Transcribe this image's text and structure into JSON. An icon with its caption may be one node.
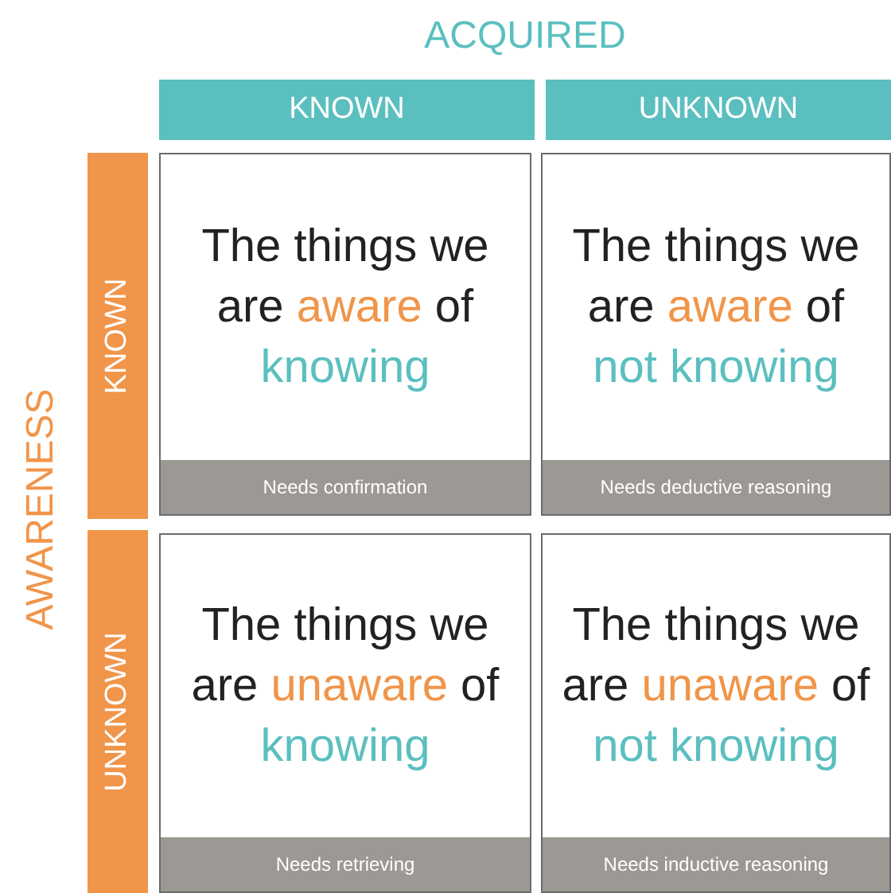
{
  "diagram": {
    "nodes": [
      {
        "text": [
          "KNOWN"
        ]
      },
      {
        "text": [
          "UNKNOWN"
        ]
      },
      {
        "text": [
          "KNOWN"
        ]
      },
      {
        "text": [
          "The things we are",
          "aware",
          "of",
          "knowing",
          "Needs confirmation"
        ]
      },
      {
        "text": [
          "The things we are",
          "aware",
          "of",
          "not knowing",
          "Needs deductive reasoning"
        ]
      },
      {
        "text": [
          "UNKNOWN"
        ]
      },
      {
        "text": [
          "The things we are",
          "unaware",
          "of",
          "knowing",
          "Needs retrieving"
        ]
      },
      {
        "text": [
          "The things we are",
          "unaware",
          "of",
          "not knowing",
          "Needs inductive reasoning"
        ]
      }
    ],
    "labels": [
      "ACQUIRED",
      "AWARENESS"
    ]
  }
}
